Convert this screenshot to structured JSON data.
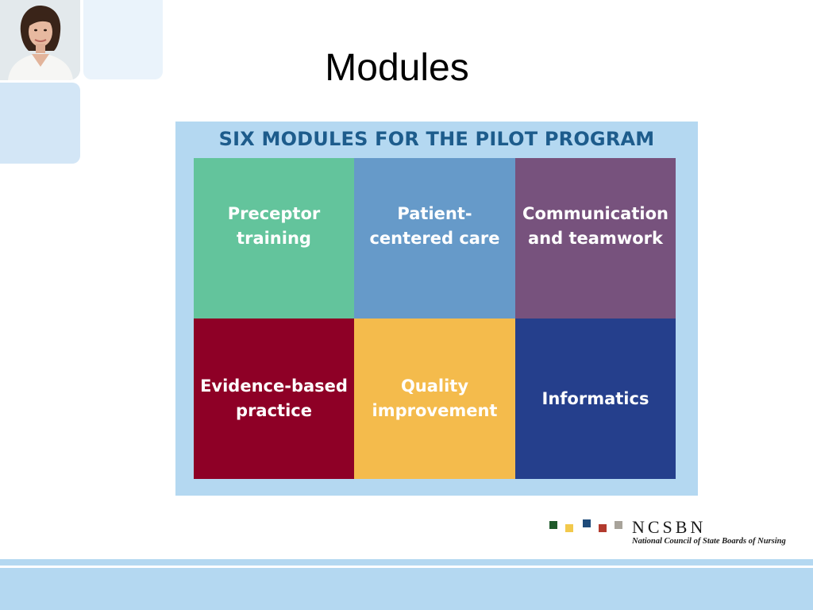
{
  "slide": {
    "title": "Modules"
  },
  "figure": {
    "heading": "SIX MODULES FOR THE PILOT PROGRAM",
    "modules": [
      {
        "label": "Preceptor training",
        "color": "#63c49c"
      },
      {
        "label": "Patient-centered care",
        "color": "#669ac9"
      },
      {
        "label": "Communication and teamwork",
        "color": "#77527d"
      },
      {
        "label": "Evidence-based practice",
        "color": "#8e0026"
      },
      {
        "label": "Quality improvement",
        "color": "#f4bb4c"
      },
      {
        "label": "Informatics",
        "color": "#253f8c"
      }
    ]
  },
  "logo": {
    "name": "NCSBN",
    "subtitle": "National Council of State Boards of Nursing",
    "square_colors": [
      "#1f5a2b",
      "#f2c94c",
      "#1f4b7a",
      "#b23a2e",
      "#a8a39a"
    ]
  }
}
